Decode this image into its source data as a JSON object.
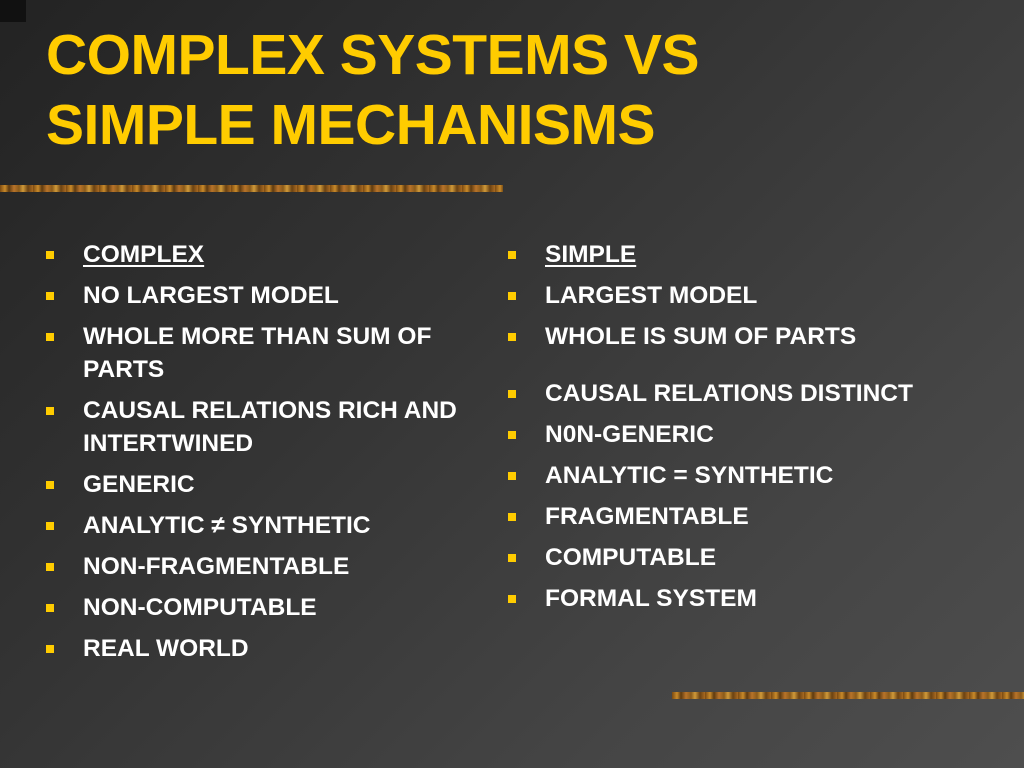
{
  "slide": {
    "title_line1": "COMPLEX SYSTEMS VS",
    "title_line2": "SIMPLE MECHANISMS",
    "colors": {
      "title": "#ffcc00",
      "text": "#ffffff",
      "bullet": "#ffcc00",
      "background": "#3a3a3a"
    },
    "left_column": {
      "header": "COMPLEX",
      "items": [
        "NO LARGEST MODEL",
        "WHOLE MORE THAN SUM OF PARTS",
        "CAUSAL RELATIONS RICH AND INTERTWINED",
        "GENERIC",
        "ANALYTIC ≠ SYNTHETIC",
        "NON-FRAGMENTABLE",
        "NON-COMPUTABLE",
        "REAL WORLD"
      ]
    },
    "right_column": {
      "header": "SIMPLE",
      "items": [
        "LARGEST MODEL",
        "WHOLE IS SUM OF PARTS",
        "CAUSAL RELATIONS DISTINCT",
        "N0N-GENERIC",
        "ANALYTIC = SYNTHETIC",
        "FRAGMENTABLE",
        "COMPUTABLE",
        "FORMAL SYSTEM"
      ]
    }
  }
}
